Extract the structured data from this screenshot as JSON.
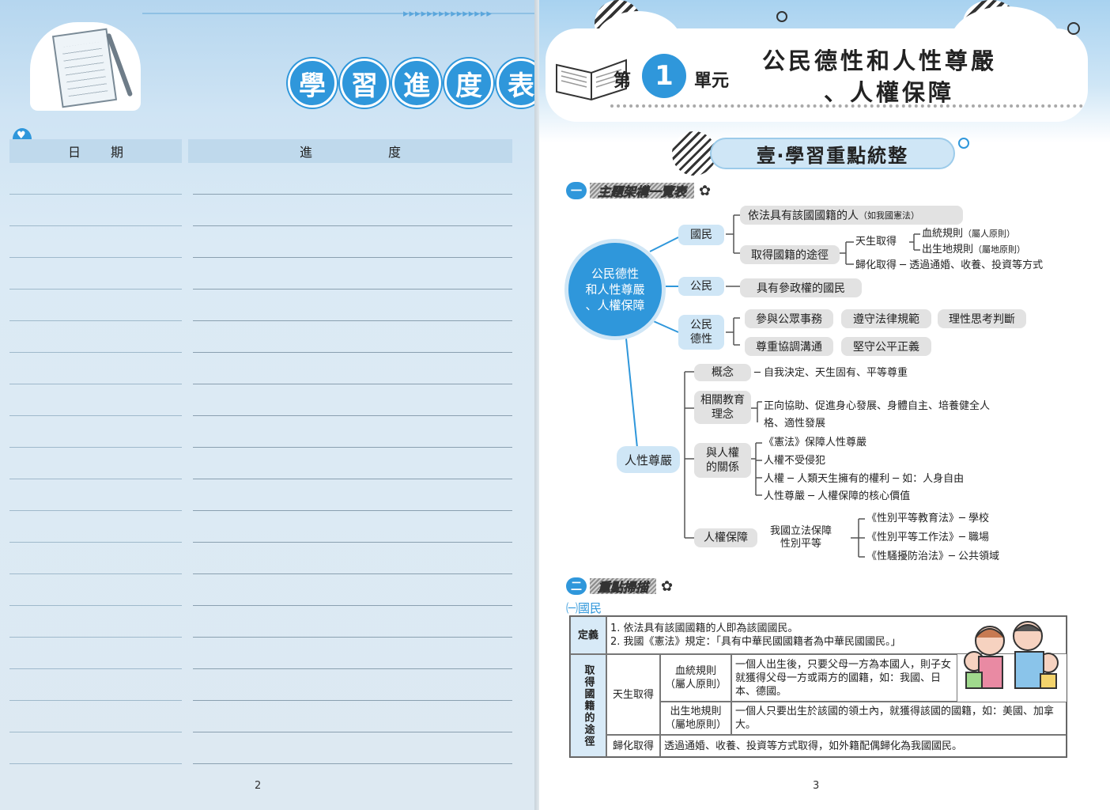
{
  "left_page": {
    "title_chars": [
      "學",
      "習",
      "進",
      "度",
      "表"
    ],
    "table": {
      "date_header": [
        "日",
        "期"
      ],
      "progress_header": [
        "進",
        "度"
      ]
    },
    "page_number": "2"
  },
  "right_page": {
    "unit": {
      "prefix": "第",
      "number": "1",
      "suffix": "單元"
    },
    "unit_title_line1": "公民德性和人性尊嚴",
    "unit_title_line2": "、人權保障",
    "section_title": "壹‧學習重點統整",
    "sub1": {
      "num": "一",
      "label": "主題架構一覽表"
    },
    "sub2": {
      "num": "二",
      "label": "重點掃描"
    },
    "mindmap": {
      "center": [
        "公民德性",
        "和人性尊嚴",
        "、人權保障"
      ],
      "guomin": "國民",
      "guomin_def": "依法具有該國國籍的人",
      "guomin_def_note": "（如我國憲法）",
      "acquire": "取得國籍的途徑",
      "natural": "天生取得",
      "blood": "血統規則",
      "blood_note": "（屬人原則）",
      "birthplace": "出生地規則",
      "birthplace_note": "（屬地原則）",
      "naturalize": "歸化取得 ─ 透過通婚、收養、投資等方式",
      "gongmin": "公民",
      "gongmin_def": "具有參政權的國民",
      "virtue": [
        "公民",
        "德性"
      ],
      "virtue_items": [
        "參與公眾事務",
        "遵守法律規範",
        "理性思考判斷",
        "尊重協調溝通",
        "堅守公平正義"
      ],
      "dignity": "人性尊嚴",
      "concept": "概念",
      "concept_text": "─ 自我決定、天生固有、平等尊重",
      "education": [
        "相關教育",
        "理念"
      ],
      "education_text": "正向協助、促進身心發展、身體自主、培養健全人",
      "education_text2": "格、適性發展",
      "relation": [
        "與人權",
        "的關係"
      ],
      "relation_items": [
        "《憲法》保障人性尊嚴",
        "人權不受侵犯",
        "人權 ─ 人類天生擁有的權利 ─ 如：人身自由",
        "人性尊嚴 ─ 人權保障的核心價值"
      ],
      "rights": "人權保障",
      "gender": [
        "我國立法保障",
        "性別平等"
      ],
      "gender_laws": [
        "《性別平等教育法》─ 學校",
        "《性別平等工作法》─ 職場",
        "《性騷擾防治法》─ 公共領域"
      ]
    },
    "table_caption": "㈠國民",
    "table": {
      "def_label": "定義",
      "def_lines": [
        "1. 依法具有該國國籍的人即為該國國民。",
        "2. 我國《憲法》規定：「具有中華民國國籍者為中華民國國民。」"
      ],
      "acquire_label": "取得國籍的途徑",
      "natural_label": "天生取得",
      "blood_label": [
        "血統規則",
        "（屬人原則）"
      ],
      "blood_text": "一個人出生後，只要父母一方為本國人，則子女就獲得父母一方或兩方的國籍，如：我國、日本、德國。",
      "birth_label": [
        "出生地規則",
        "（屬地原則）"
      ],
      "birth_text": "一個人只要出生於該國的領土內，就獲得該國的國籍，如：美國、加拿大。",
      "naturalize_label": "歸化取得",
      "naturalize_text": "透過通婚、收養、投資等方式取得，如外籍配偶歸化為我國國民。"
    },
    "page_number": "3"
  },
  "colors": {
    "accent": "#2f97db",
    "light_blue": "#cfe6f6",
    "grey_pill": "#e2e2e2"
  }
}
